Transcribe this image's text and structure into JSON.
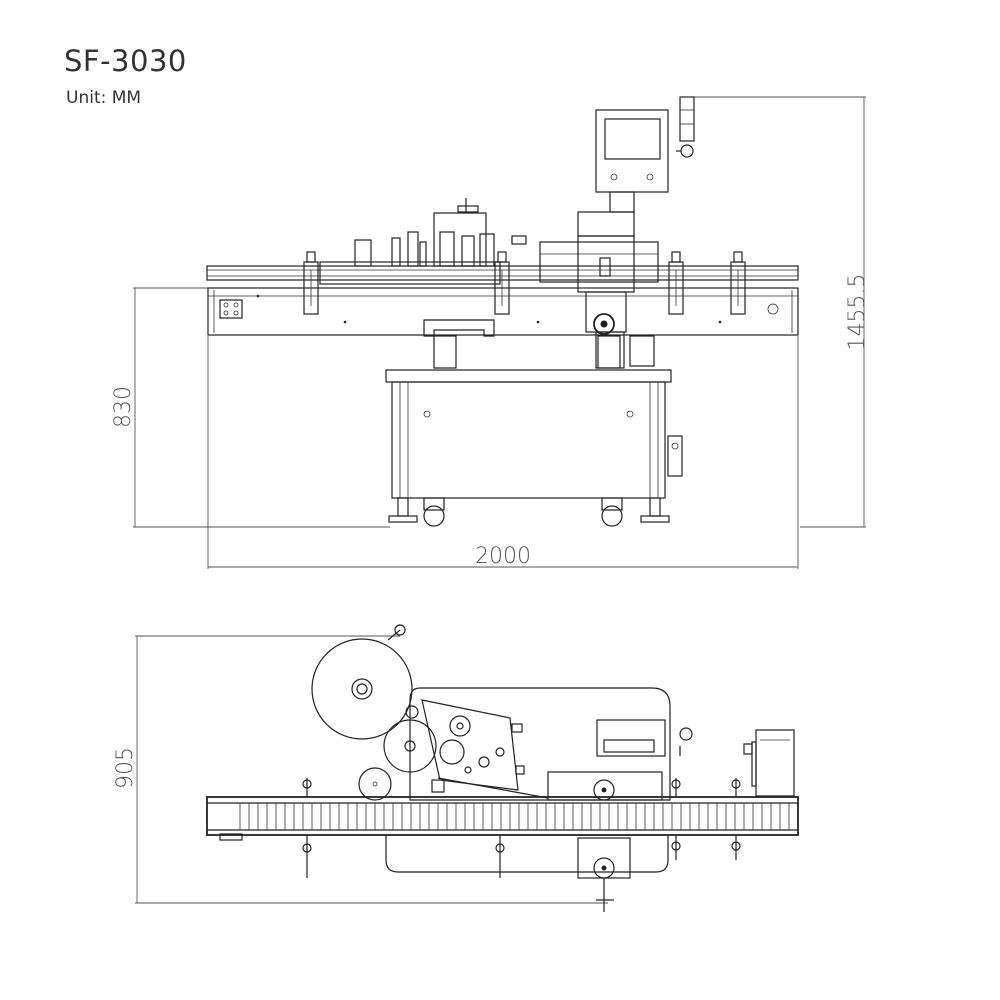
{
  "header": {
    "model": "SF-3030",
    "unit": "Unit: MM"
  },
  "dimensions": {
    "overall_height": "1455.5",
    "table_height": "830",
    "overall_length": "2000",
    "overall_width": "905"
  },
  "colors": {
    "line": "#222222",
    "dimension": "#555555",
    "text": "#333333"
  }
}
